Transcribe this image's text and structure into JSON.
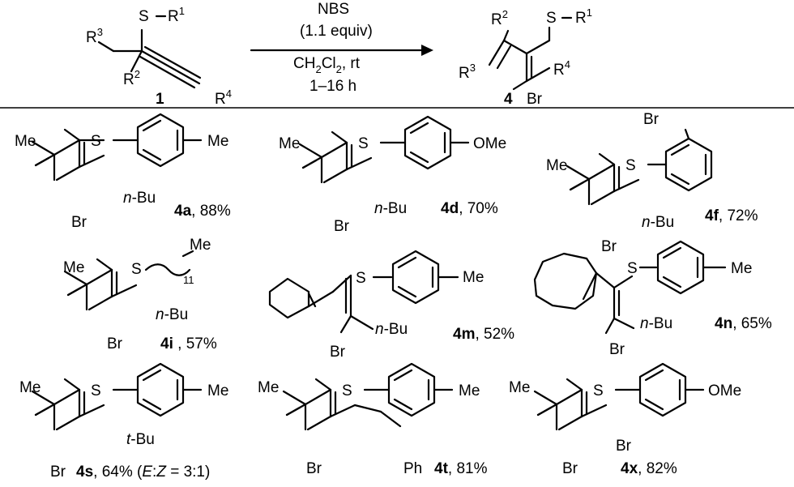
{
  "reaction": {
    "reagent": "NBS",
    "equiv": "(1.1 equiv)",
    "solvent_main": "CH",
    "solvent_sub1": "2",
    "solvent_mid": "Cl",
    "solvent_sub2": "2",
    "solvent_tail": ", rt",
    "time": "1–16 h"
  },
  "reactant": {
    "label": "1",
    "S": "S",
    "R": "R",
    "sup_1": "1",
    "sup_2": "2",
    "sup_3": "3",
    "sup_4": "4"
  },
  "product": {
    "label": "4",
    "S": "S",
    "Br": "Br",
    "R": "R"
  },
  "products": [
    {
      "id": "4a",
      "yield": ", 88%",
      "n_bu": "n",
      "bu": "-Bu",
      "me": "Me",
      "br": "Br",
      "s": "S"
    },
    {
      "id": "4d",
      "yield": ", 70%",
      "sub": "OMe"
    },
    {
      "id": "4f",
      "yield": ", 72%"
    },
    {
      "id": "4i",
      "yield": " , 57%",
      "chain_me": "Me",
      "chain_n": "11"
    },
    {
      "id": "4m",
      "yield": ", 52%"
    },
    {
      "id": "4n",
      "yield": ", 65%"
    },
    {
      "id": "4s",
      "yield": ", 64% (",
      "e": "E",
      "colon": ":",
      "z": "Z",
      "ratio": " = 3:1)",
      "t": "t",
      "tbu": "-Bu"
    },
    {
      "id": "4t",
      "yield": ", 81%",
      "ph": "Ph"
    },
    {
      "id": "4x",
      "yield": ", 82%"
    }
  ]
}
